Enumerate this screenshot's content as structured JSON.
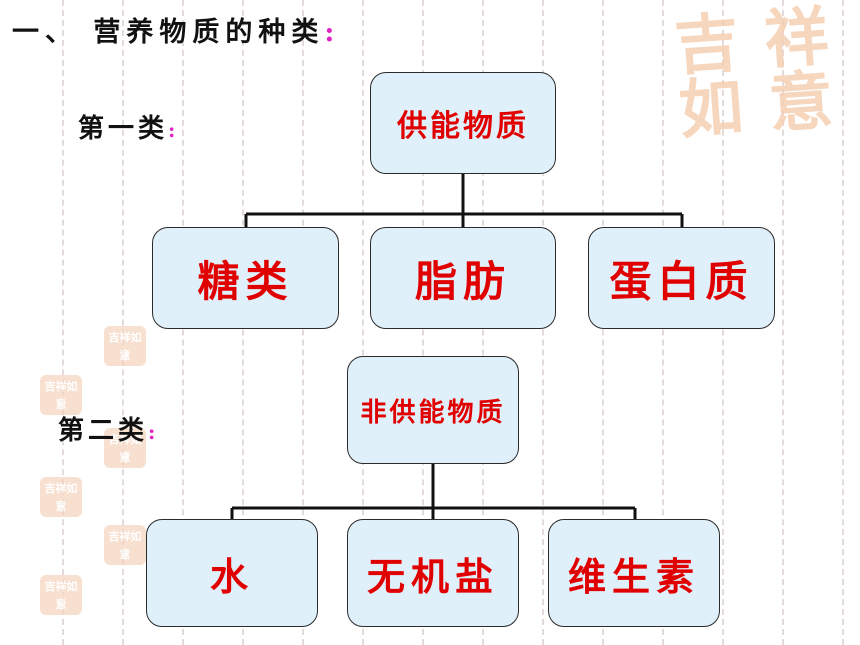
{
  "title": {
    "text": "一、 营养物质的种类",
    "colon": ":"
  },
  "categories": [
    {
      "label": "第一类",
      "colon": ":",
      "parent": "供能物质",
      "children": [
        "糖类",
        "脂肪",
        "蛋白质"
      ]
    },
    {
      "label": "第二类",
      "colon": ":",
      "parent": "非供能物质",
      "children": [
        "水",
        "无机盐",
        "维生素"
      ]
    }
  ],
  "decor": {
    "seal_text": [
      "吉",
      "祥",
      "如",
      "意"
    ],
    "colors": {
      "box_fill": "#dff0fa",
      "box_text": "#e00000",
      "colon": "#e020c0",
      "seal": "#f5cfb2"
    }
  }
}
